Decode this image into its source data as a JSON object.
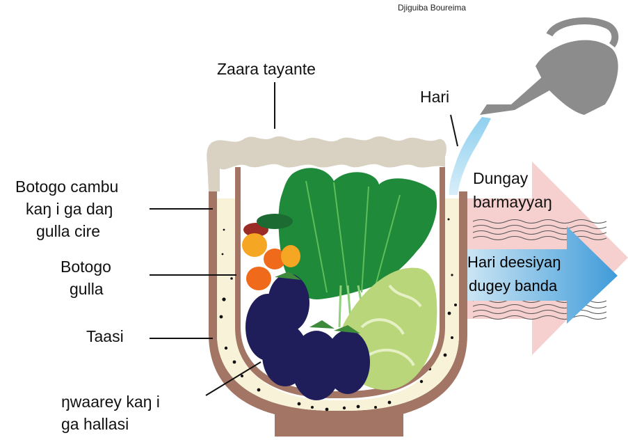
{
  "credit": "Djiguiba Boureima",
  "labels": {
    "lid": "Zaara tayante",
    "water": "Hari",
    "outer_pot_line1": "Botogo cambu",
    "outer_pot_line2": "kaŋ i ga daŋ",
    "outer_pot_line3": "gulla cire",
    "inner_pot_line1": "Botogo",
    "inner_pot_line2": "gulla",
    "sand": "Taasi",
    "holes_line1": "ŋwaarey kaŋ i",
    "holes_line2": "ga hallasi",
    "evap_line1": "Dungay",
    "evap_line2": "barmayyaŋ",
    "heat_line1": "Hari deesiyaŋ",
    "heat_line2": "dugey banda"
  },
  "colors": {
    "pot": "#a37565",
    "sand": "#f8f2d8",
    "cloth": "#d9d2c3",
    "heat_arrow": "#f6d0cf",
    "water_arrow": "#5aa7dc",
    "can": "#8c8c8c",
    "leaf": "#1e8a3a",
    "eggplant": "#1f1d5a",
    "cabbage": "#b9d67a"
  },
  "icons": [
    "watering-can-icon",
    "eggplant-icon",
    "pepper-icon",
    "spinach-icon",
    "cabbage-icon"
  ]
}
